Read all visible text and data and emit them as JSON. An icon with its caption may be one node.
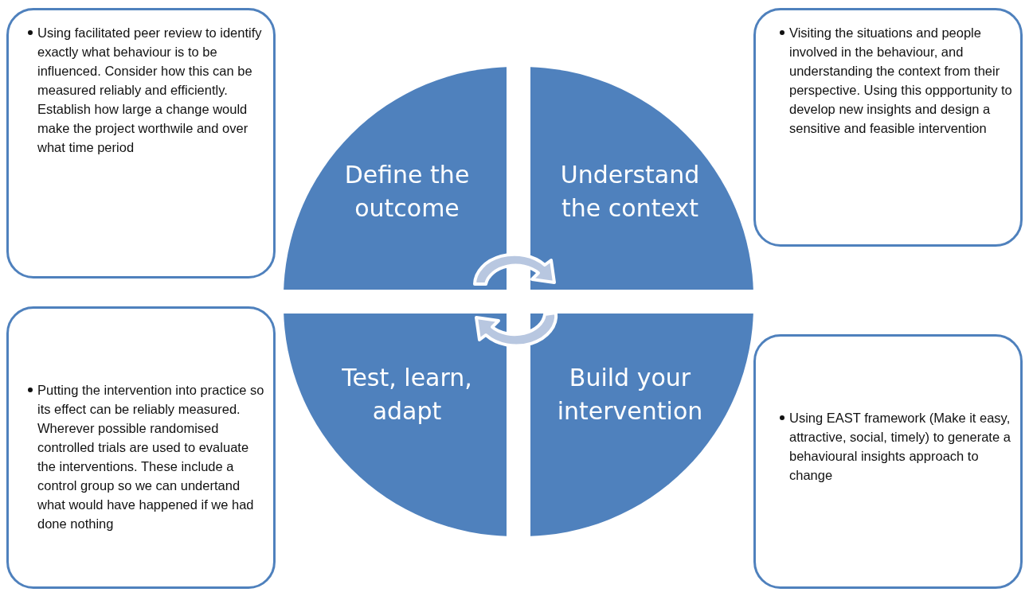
{
  "diagram": {
    "nodes": [
      {
        "text": [
          "Using facilitated peer review to identify exactly what behaviour is to be influenced. Consider how this can be measured reliably and efficiently. Establish how large a change would make the project worthwile and over what time period"
        ]
      },
      {
        "text": [
          "Visiting the situations and people involved in the behaviour, and understanding the context from their perspective. Using this oppportunity to develop new insights and design a sensitive and feasible intervention"
        ]
      },
      {
        "text": [
          "Define the outcome"
        ]
      },
      {
        "text": [
          "Understand the context"
        ]
      },
      {
        "text": [
          "Putting the intervention into practice so its effect can be reliably measured. Wherever possible randomised controlled trials are used to evaluate the interventions. These include a control group so we can undertand what would have happened if we had done nothing"
        ]
      },
      {
        "text": [
          "Using EAST framework (Make it easy,  attractive,  social, timely) to generate a behavioural insights approach to change"
        ]
      },
      {
        "text": [
          "Test, learn, adapt"
        ]
      },
      {
        "text": [
          "Build your intervention"
        ]
      }
    ]
  }
}
